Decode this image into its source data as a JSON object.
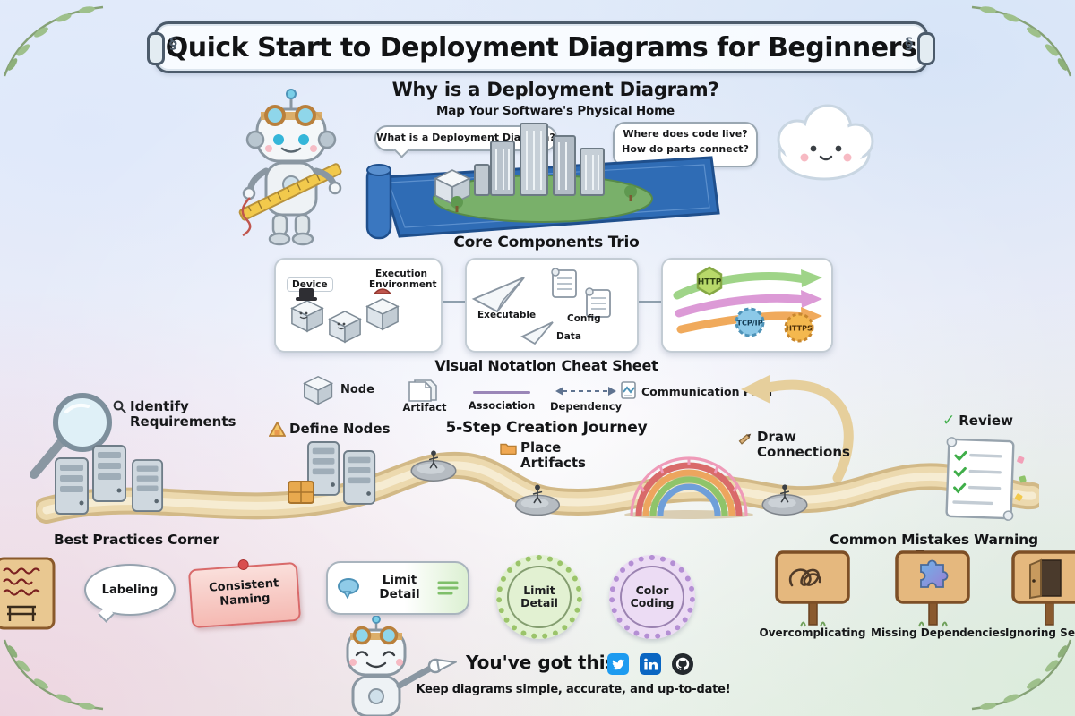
{
  "title": "Quick Start to Deployment Diagrams for Beginners",
  "why": {
    "heading": "Why is a Deployment Diagram?",
    "subheading": "Map Your Software's Physical Home",
    "bubble_left": "What is a Deployment Diagram?",
    "bubble_right_line1": "Where does code live?",
    "bubble_right_line2": "How do parts connect?"
  },
  "core": {
    "heading": "Core Components Trio",
    "device": "Device",
    "execution_environment": "Execution Environment",
    "executable": "Executable",
    "data": "Data",
    "config": "Config",
    "protocols": [
      "HTTP",
      "TCP/IP",
      "HTTPS"
    ]
  },
  "notation": {
    "heading": "Visual Notation Cheat Sheet",
    "node": "Node",
    "artifact": "Artifact",
    "association": "Association",
    "dependency": "Dependency",
    "communication_path": "Communication Path"
  },
  "journey": {
    "heading": "5-Step Creation Journey",
    "steps": [
      "Identify Requirements",
      "Define Nodes",
      "Place Artifacts",
      "Draw Connections",
      "Review"
    ]
  },
  "practices": {
    "heading": "Best Practices Corner",
    "labeling": "Labeling",
    "consistent_naming": "Consistent Naming",
    "limit_detail": "Limit Detail",
    "limit_detail_badge": "Limit Detail",
    "color_coding": "Color Coding"
  },
  "mistakes": {
    "heading": "Common Mistakes Warning Zone",
    "overcomplicating": "Overcomplicating",
    "missing_dependencies": "Missing Dependencies",
    "ignoring_security": "Ignoring Security"
  },
  "footer": {
    "message": "You've got this!",
    "tagline": "Keep diagrams simple, accurate, and up-to-date!"
  }
}
